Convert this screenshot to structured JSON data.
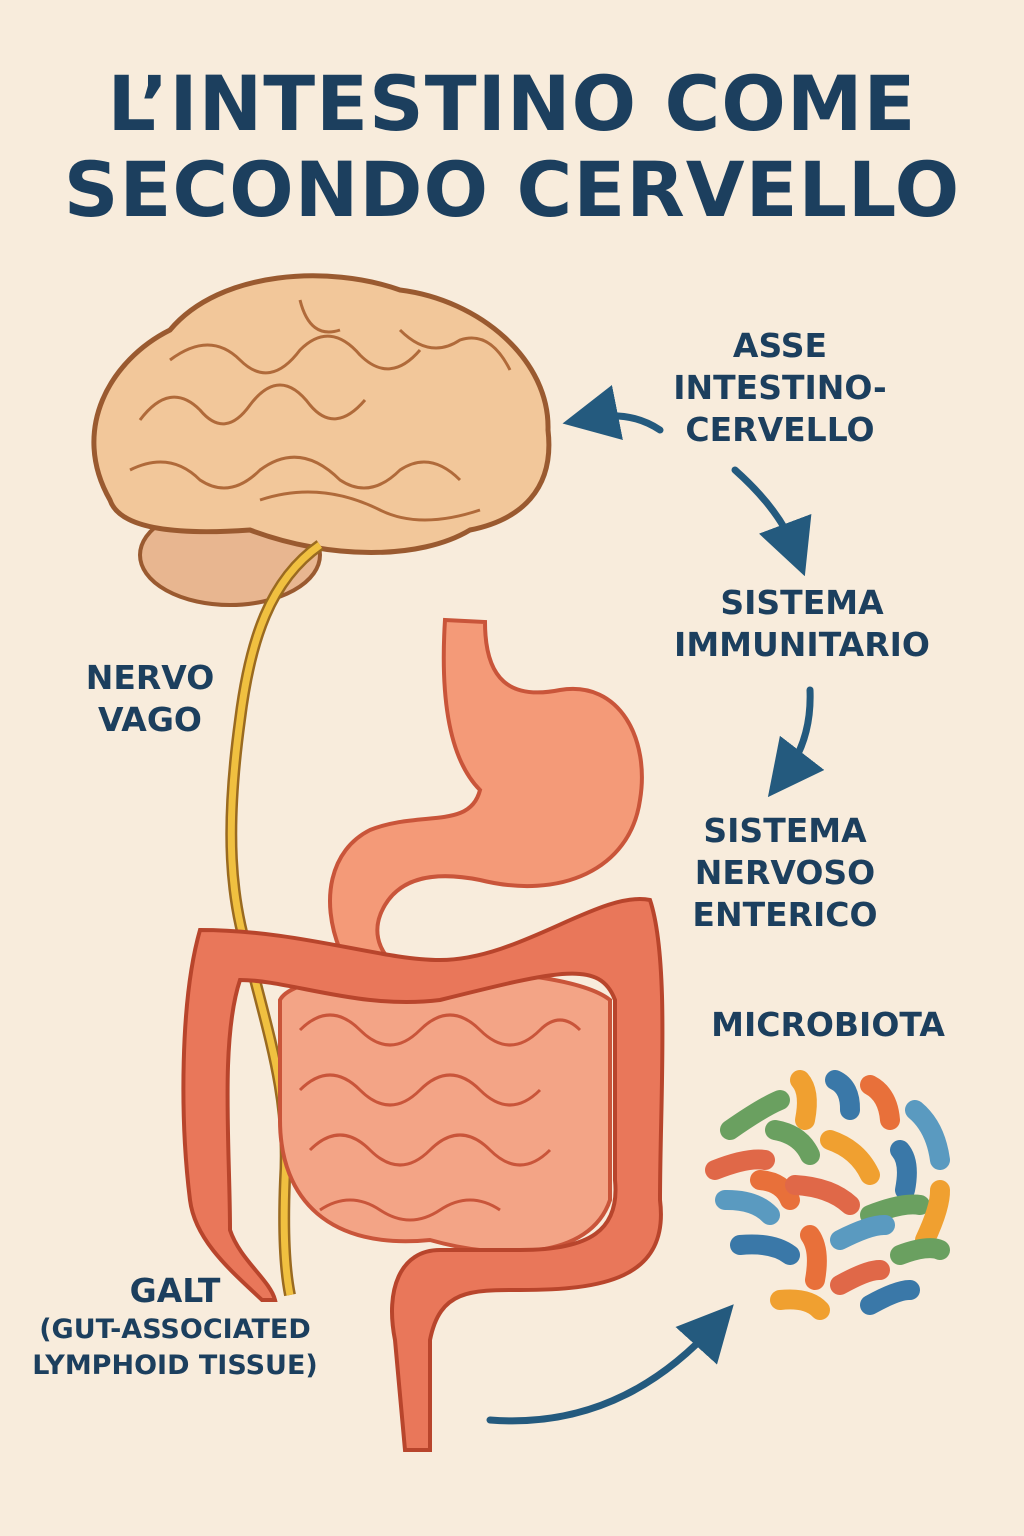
{
  "title": {
    "line1": "L’INTESTINO COME",
    "line2": "SECONDO CERVELLO"
  },
  "labels": {
    "asse": [
      "ASSE",
      "INTESTINO-",
      "CERVELLO"
    ],
    "immunitario": [
      "SISTEMA",
      "IMMUNITARIO"
    ],
    "enterico": [
      "SISTEMA",
      "NERVOSO",
      "ENTERICO"
    ],
    "microbiota": "MICROBIOTA",
    "nervo_vago": [
      "NERVO",
      "VAGO"
    ],
    "galt": [
      "GALT",
      "(GUT-ASSOCIATED",
      "LYMPHOID TISSUE)"
    ]
  },
  "colors": {
    "text": "#1c3f5e",
    "background": "#f8ecdc",
    "brain": "#f2c79a",
    "gut": "#e9775a",
    "stomach": "#f49a78",
    "nerve": "#f0c040",
    "arrow": "#245a7e"
  }
}
